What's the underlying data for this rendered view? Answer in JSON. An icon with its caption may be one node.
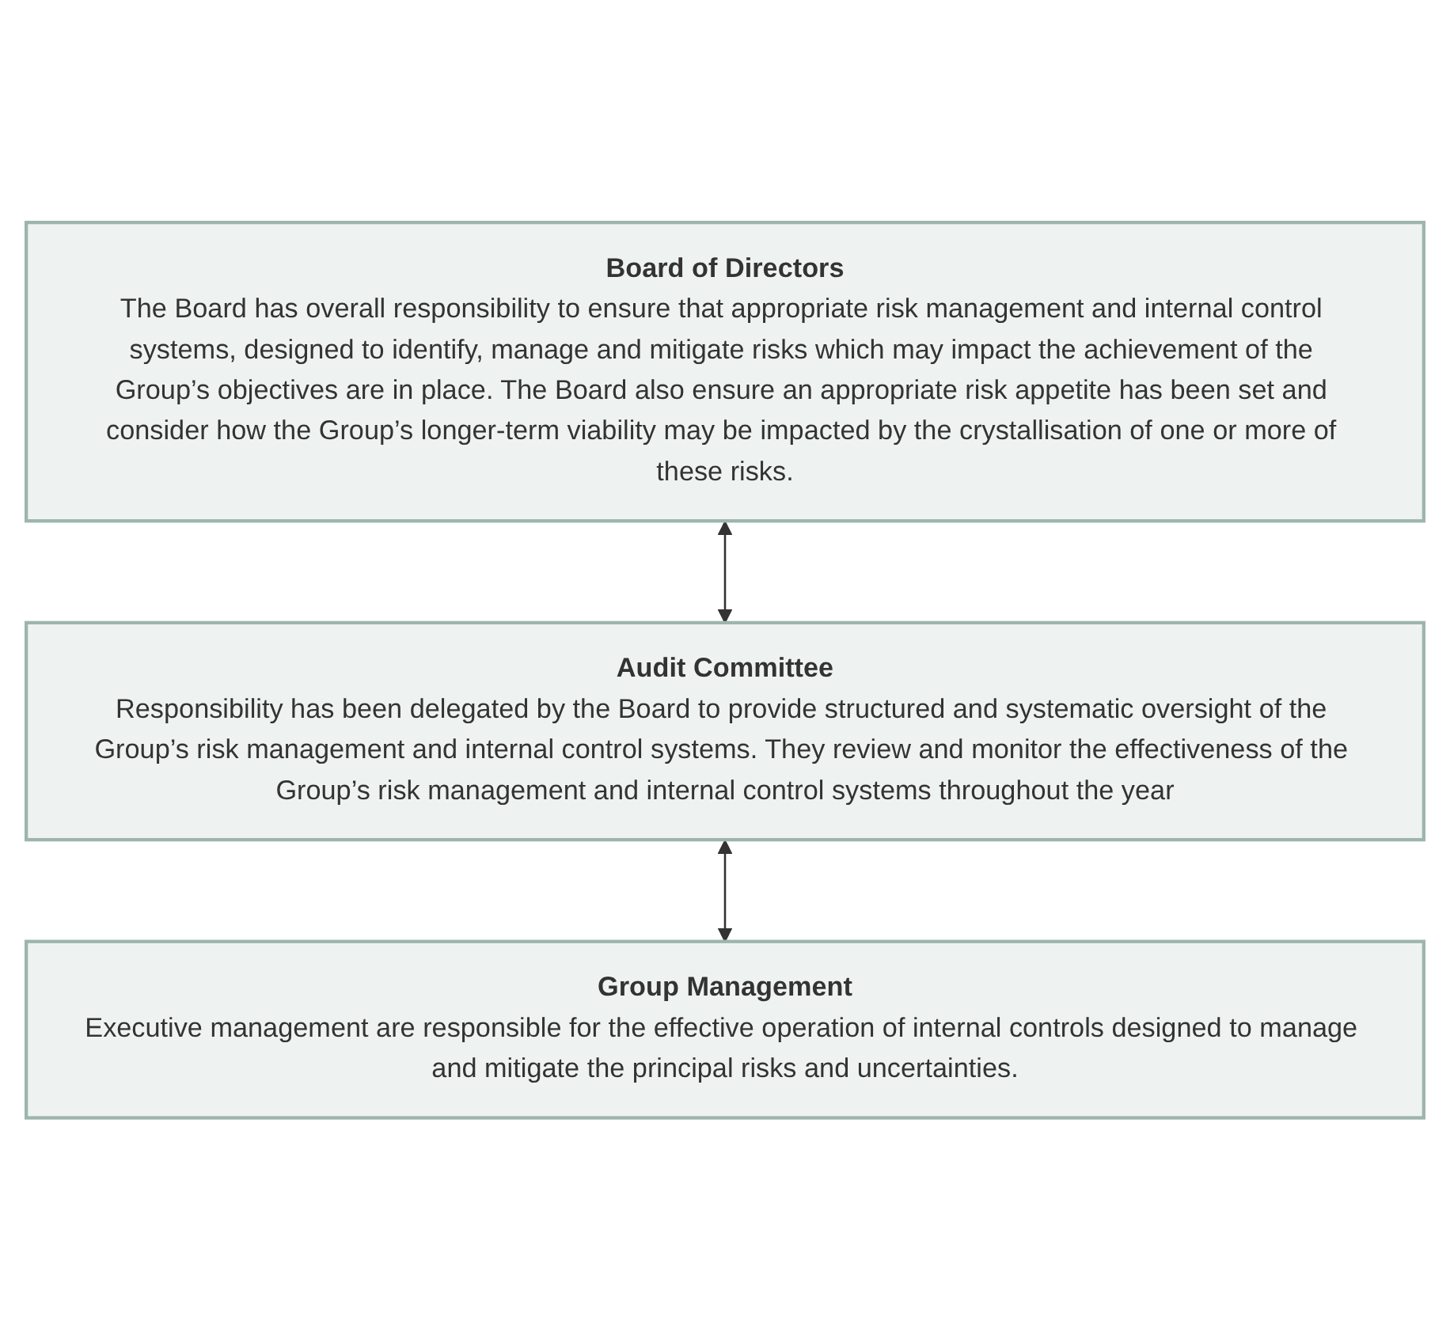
{
  "diagram": {
    "nodes": [
      {
        "text": [
          "Board of Directors",
          "The Board has overall responsibility to ensure that appropriate risk management and internal control systems, designed to identify, manage and mitigate risks which may impact the achievement of the Group’s objectives are in place. The Board also ensure an appropriate risk appetite has been set and consider how the Group’s longer-term viability may be impacted by the crystallisation of one or more of these risks."
        ]
      },
      {
        "text": [
          "Audit Committee",
          "Responsibility has been delegated by the Board to provide structured and systematic oversight of the Group’s risk management and internal control systems. They review and monitor the effectiveness of the Group’s risk management and internal control systems throughout the year"
        ]
      },
      {
        "text": [
          "Group Management",
          "Executive management are responsible for the effective operation of internal controls designed to manage and mitigate the principal risks and uncertainties."
        ]
      }
    ],
    "edges": [
      {
        "from": 0,
        "to": 1,
        "arrow": "both"
      },
      {
        "from": 1,
        "to": 2,
        "arrow": "both"
      }
    ]
  }
}
